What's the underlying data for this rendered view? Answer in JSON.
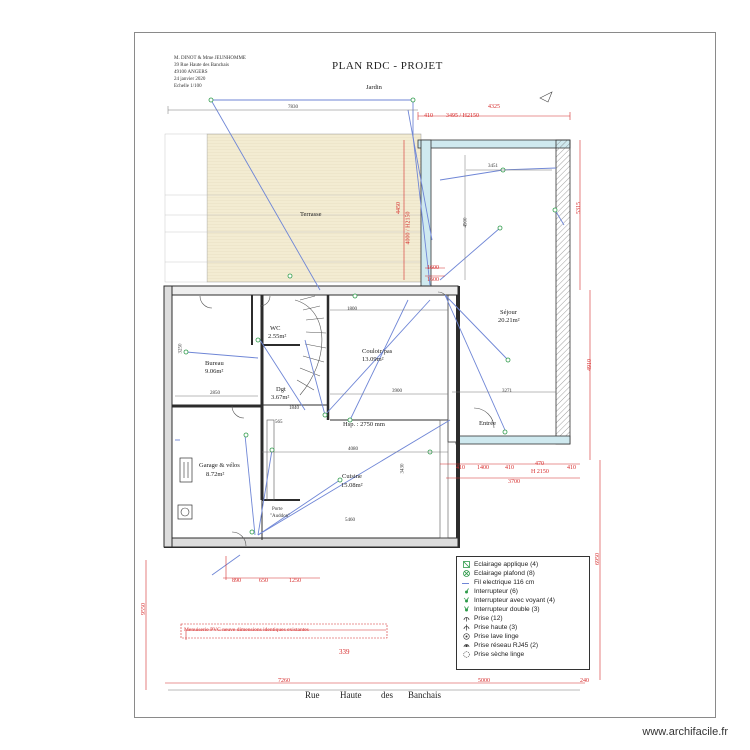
{
  "sheet": {
    "owner_line1": "M. DINOT & Mme JEUNHOMME",
    "owner_line2": "39 Rue Haute des Banchais",
    "owner_line3": "49100 ANGERS",
    "owner_line4": "24 janvier 2020",
    "owner_line5": "Echelle 1/100",
    "title": "PLAN RDC - PROJET",
    "street_words": [
      "Rue",
      "Haute",
      "des",
      "Banchais"
    ],
    "watermark": "www.archifacile.fr"
  },
  "rooms": {
    "jardin": "Jardin",
    "terrasse": "Terrasse",
    "wc": "WC",
    "wc_area": "2.55m²",
    "bureau": "Bureau",
    "bureau_area": "9.06m²",
    "dgt": "Dgt",
    "dgt_area": "3.67m²",
    "couloir": "Couloir/pas",
    "couloir_area": "13.09m²",
    "salon": "Séjour",
    "salon_area": "20.21m²",
    "garage": "Garage & vélos",
    "garage_area": "8.72m²",
    "cuisine": "Cuisine",
    "cuisine_area": "15.08m²",
    "entree": "Entrée",
    "porte": "Porte",
    "porte_sub": "\"Auddon\"",
    "sous_plafond": "Hsp. : 2750 mm",
    "menuiserie": "Menuiserie PVC neuve dimensions identiques existantes"
  },
  "dimensions": {
    "top_left": "7830",
    "top_right": "4325",
    "top_right2": "3495 / H2150",
    "top_ref": "410",
    "salon_width": "3451",
    "salon_depth": "4900",
    "vert_left": "4450",
    "vert_left2": "4000 / H2150",
    "vert_right": "5315",
    "vert_salon": "4910",
    "ref_1600": "1600",
    "ref_1600b": "1600",
    "couloir_w": "3900",
    "salon_dim2": "3271",
    "bureau_h": "3250",
    "bureau_w": "2850",
    "dgt_w": "1840",
    "dgt_h": "565",
    "cuisine_w": "4080",
    "cuisine_h": "3430",
    "cuisine_bottom": "5460",
    "entree_b1": "410",
    "entree_b2": "1400",
    "entree_b3": "410",
    "entree_b4": "470",
    "entree_b5": "410",
    "entree_h": "H 2150",
    "entree_w": "3700",
    "front_a": "890",
    "front_b": "650",
    "front_c": "1250",
    "right_side": "6950",
    "left_side": "9550",
    "bottom_left": "7260",
    "bottom_mid": "5000",
    "bottom_right": "240",
    "center_339": "339",
    "wc_dim": "1800"
  },
  "legend": {
    "items": [
      {
        "label": "Eclairage applique (4)",
        "icon": "wall-light-icon"
      },
      {
        "label": "Eclairage plafond (8)",
        "icon": "ceiling-light-icon"
      },
      {
        "label": "Fil electrique 116 cm",
        "icon": "wire-icon"
      },
      {
        "label": "Interrupteur (6)",
        "icon": "switch-icon"
      },
      {
        "label": "Interrupteur avec voyant (4)",
        "icon": "switch-light-icon"
      },
      {
        "label": "Interrupteur double (3)",
        "icon": "double-switch-icon"
      },
      {
        "label": "Prise (12)",
        "icon": "outlet-icon"
      },
      {
        "label": "Prise haute (3)",
        "icon": "high-outlet-icon"
      },
      {
        "label": "Prise lave linge",
        "icon": "washer-outlet-icon"
      },
      {
        "label": "Prise réseau RJ45 (2)",
        "icon": "rj45-outlet-icon"
      },
      {
        "label": "Prise sèche linge",
        "icon": "dryer-outlet-icon"
      }
    ]
  },
  "colors": {
    "wall": "#2c2c2c",
    "wire": "#6f86d6",
    "dimension_red": "#d62b2b",
    "terrace_fill": "#f3ecd2",
    "device_green": "#2e9b4a",
    "salon_wall": "#cfe9ef"
  }
}
